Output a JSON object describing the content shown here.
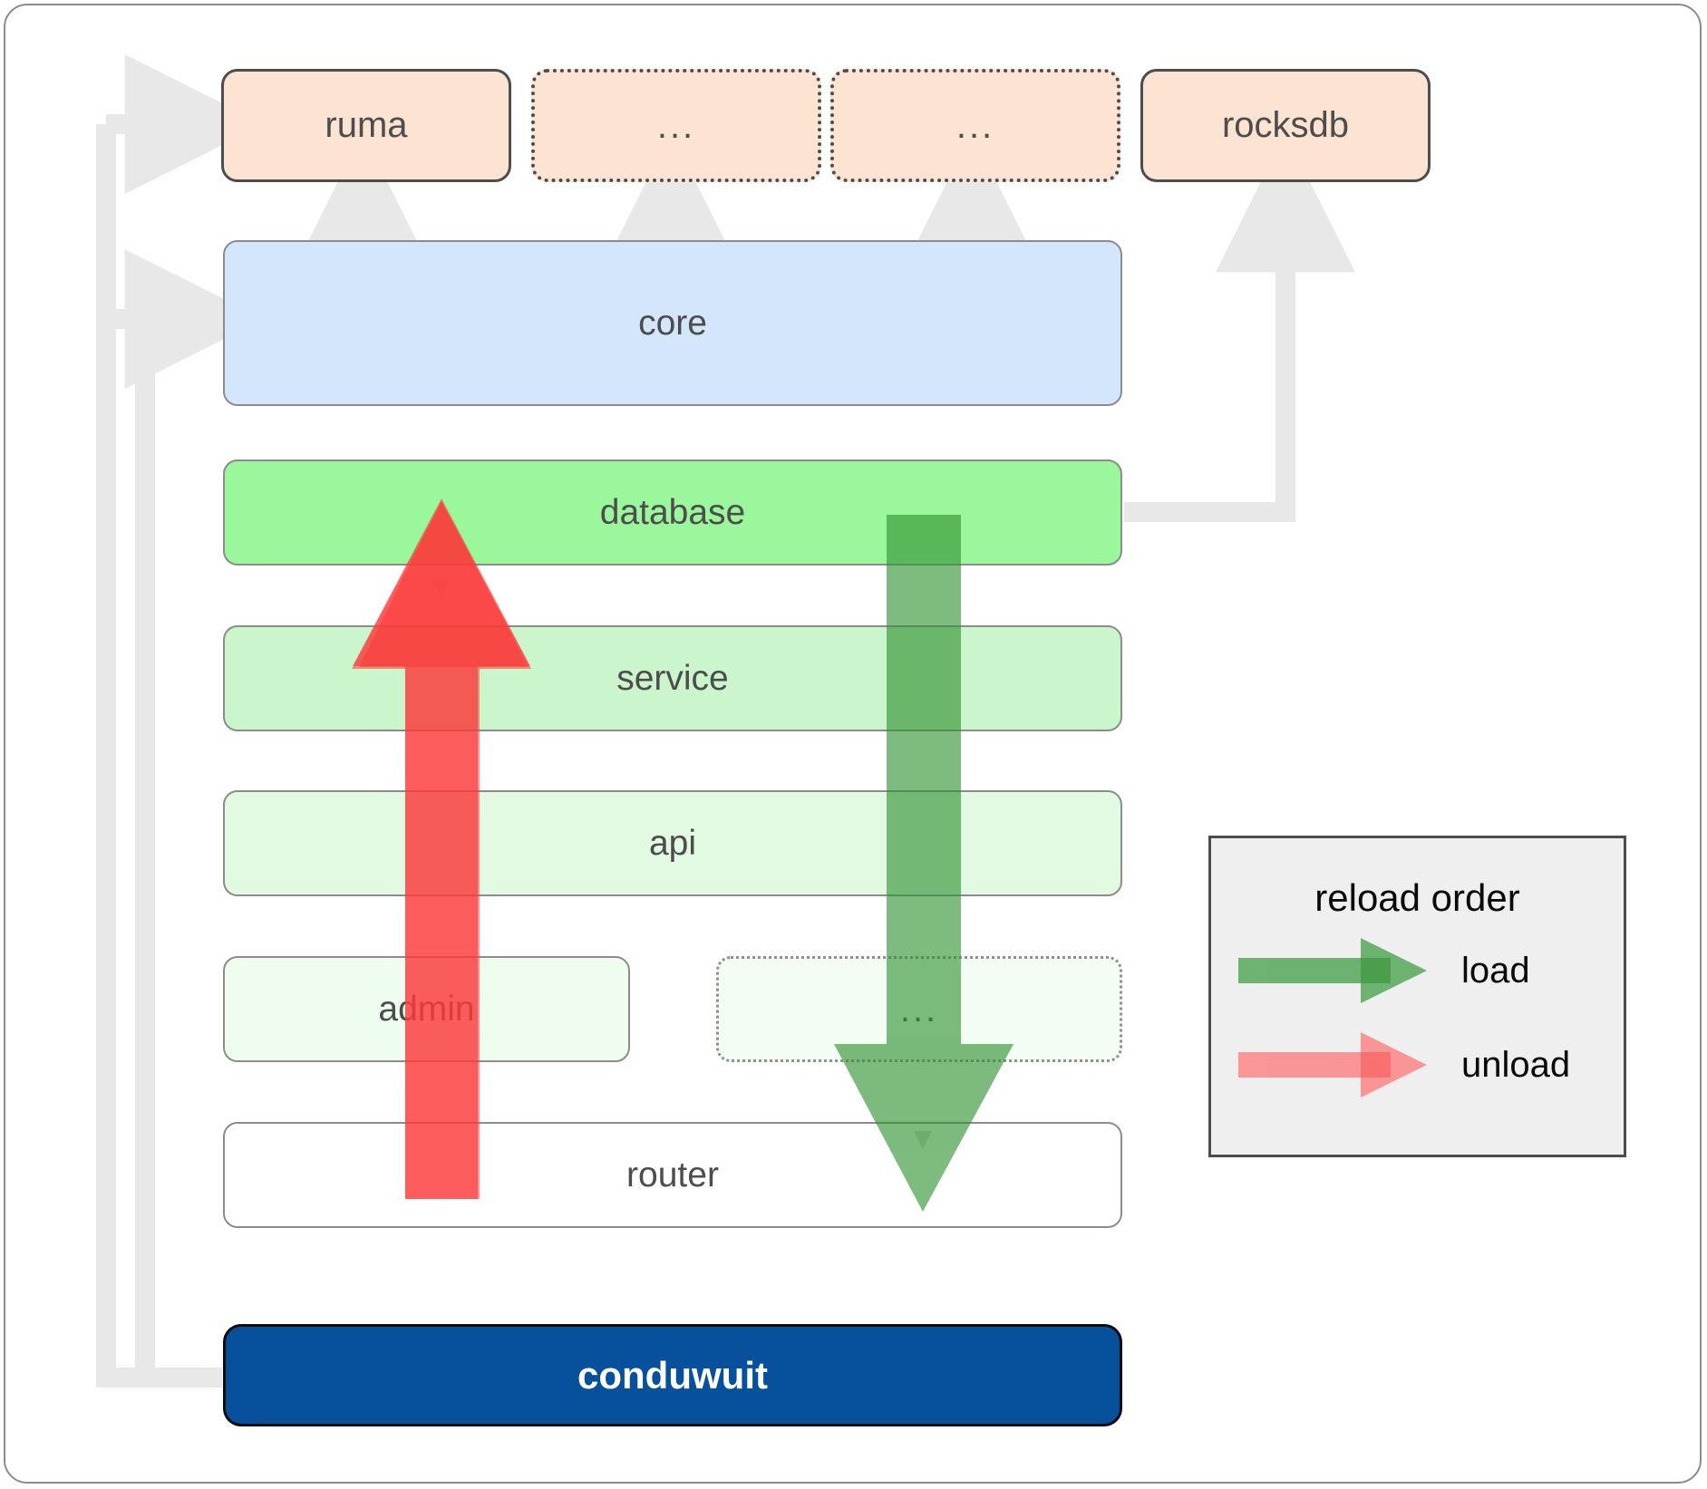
{
  "diagram": {
    "title": "conduwuit crate layer dependency / reload order diagram",
    "colors": {
      "dependency_fill": "#fde3d2",
      "dependency_stroke": "#4d4d4d",
      "core_fill": "#d4e6fb",
      "database_fill": "#9bf79b",
      "service_fill": "#cbf5cb",
      "api_fill": "#e1fae1",
      "admin_fill": "#eefdee",
      "router_fill": "#ffffff",
      "root_fill": "#07509c",
      "connector_gray": "#e8e8e8",
      "load_green": "#56a95a",
      "unload_red": "#fb8686",
      "legend_bg": "#efefef"
    },
    "dependencies": [
      {
        "label": "ruma",
        "style": "solid"
      },
      {
        "label": "...",
        "style": "dotted"
      },
      {
        "label": "...",
        "style": "dotted"
      },
      {
        "label": "rocksdb",
        "style": "solid"
      }
    ],
    "layers": [
      {
        "label": "core",
        "style": "solid"
      },
      {
        "label": "database",
        "style": "solid"
      },
      {
        "label": "service",
        "style": "solid"
      },
      {
        "label": "api",
        "style": "solid"
      },
      {
        "label": "admin",
        "style": "solid"
      },
      {
        "label": "...",
        "style": "dotted"
      },
      {
        "label": "router",
        "style": "solid"
      }
    ],
    "root": {
      "label": "conduwuit"
    },
    "legend": {
      "title": "reload order",
      "items": [
        {
          "label": "load",
          "color": "#56a95a"
        },
        {
          "label": "unload",
          "color": "#fb8686"
        }
      ]
    }
  }
}
